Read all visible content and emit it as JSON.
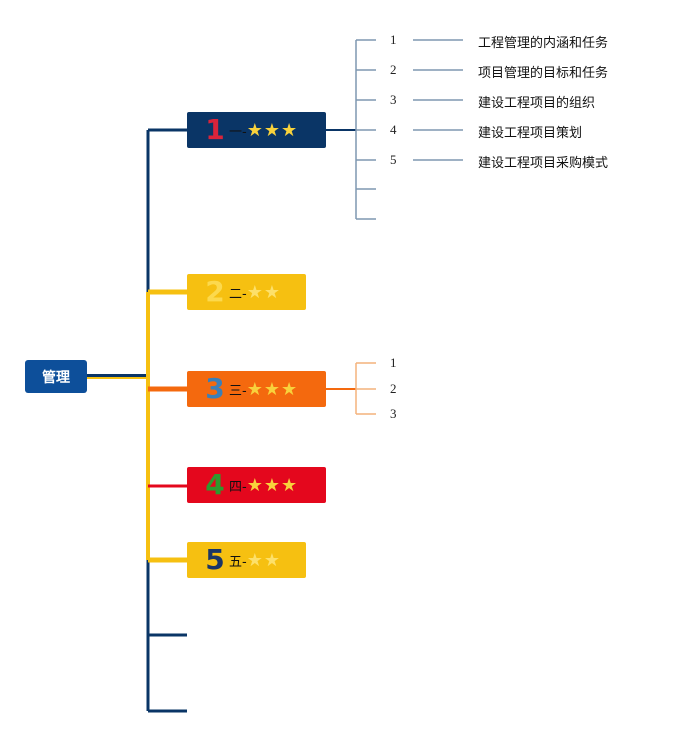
{
  "root": {
    "label": "管理",
    "color": "#0d4f9a"
  },
  "branches": [
    {
      "num": "1",
      "cn": "一-",
      "stars": "★★★",
      "bg": "#0a3566",
      "num_color": "#d9243b",
      "star_color": "#f8d23c"
    },
    {
      "num": "2",
      "cn": "二-",
      "stars": "★★",
      "bg": "#f6c011",
      "num_color": "#fcd94d",
      "star_color": "#fde06a"
    },
    {
      "num": "3",
      "cn": "三-",
      "stars": "★★★",
      "bg": "#f4690e",
      "num_color": "#3b7fb8",
      "star_color": "#f8d23c"
    },
    {
      "num": "4",
      "cn": "四-",
      "stars": "★★★",
      "bg": "#e4071d",
      "num_color": "#2e9a2e",
      "star_color": "#f8d23c"
    },
    {
      "num": "5",
      "cn": "五-",
      "stars": "★★",
      "bg": "#f6c011",
      "num_color": "#1a3566",
      "star_color": "#fde06a"
    }
  ],
  "branch1_children": [
    {
      "num": "1",
      "text": "工程管理的内涵和任务"
    },
    {
      "num": "2",
      "text": "项目管理的目标和任务"
    },
    {
      "num": "3",
      "text": "建设工程项目的组织"
    },
    {
      "num": "4",
      "text": "建设工程项目策划"
    },
    {
      "num": "5",
      "text": "建设工程项目采购模式"
    }
  ],
  "branch3_children": [
    {
      "num": "1"
    },
    {
      "num": "2"
    },
    {
      "num": "3"
    }
  ]
}
